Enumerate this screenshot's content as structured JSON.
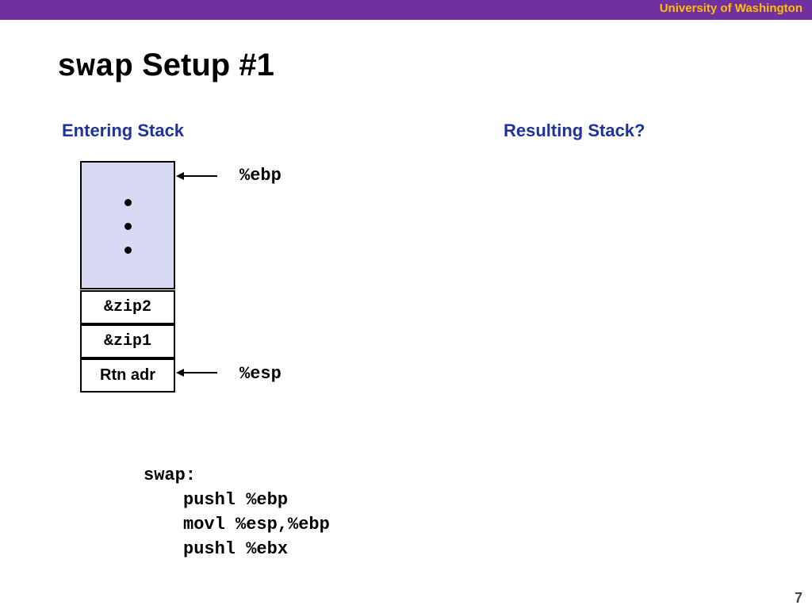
{
  "header": {
    "university": "University of Washington",
    "bar_color": "#7030a0",
    "text_color": "#ffc000"
  },
  "title": {
    "code_part": "swap",
    "text_part": " Setup #1"
  },
  "left_heading": "Entering Stack",
  "right_heading": "Resulting Stack?",
  "stack": {
    "region_color": "#d9d9f3",
    "ellipsis": "• • •",
    "cells": [
      "&zip2",
      "&zip1",
      "Rtn adr"
    ]
  },
  "registers": {
    "ebp": "%ebp",
    "esp": "%esp"
  },
  "code": {
    "label": "swap:",
    "lines": [
      "pushl %ebp",
      "movl %esp,%ebp",
      "pushl %ebx"
    ]
  },
  "page_number": "7"
}
